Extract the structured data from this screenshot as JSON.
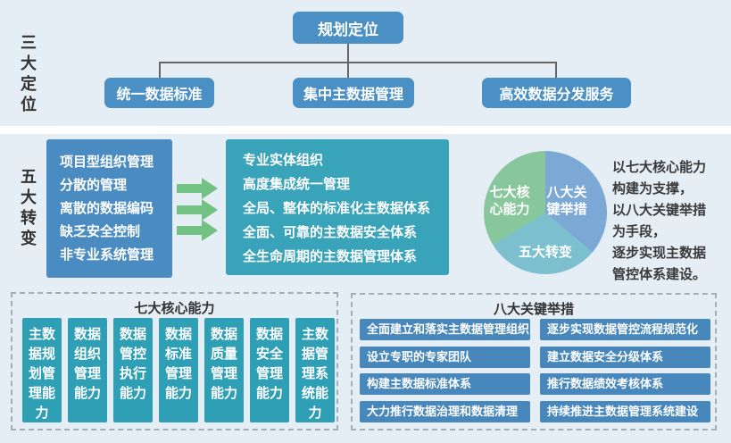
{
  "sections": {
    "positioning": {
      "side_label": "三大定位",
      "root_box": "规划定位",
      "children": [
        "统一数据标准",
        "集中主数据管理",
        "高效数据分发服务"
      ]
    },
    "transformation": {
      "side_label": "五大转变",
      "before_items": [
        "项目型组织管理",
        "分散的管理",
        "离散的数据编码",
        "缺乏安全控制",
        "非专业系统管理"
      ],
      "after_items": [
        "专业实体组织",
        "高度集成统一管理",
        "全局、整体的标准化主数据体系",
        "全面、可靠的主数据安全体系",
        "全生命周期的主数据管理体系"
      ],
      "pie_labels": {
        "green": "七大核心能力",
        "blue": "八大关键举措",
        "bottom": "五大转变"
      },
      "summary_lines": [
        "以七大核心能力",
        "构建为支撑，",
        "以八大关键举措",
        "为手段，",
        "逐步实现主数据",
        "管控体系建设。"
      ]
    },
    "capabilities": {
      "title": "七大核心能力",
      "items": [
        "主数据规划管理能力",
        "数据组织管理能力",
        "数据管控执行能力",
        "数据标准管理能力",
        "数据质量管理能力",
        "数据安全管理能力",
        "主数据管理系统能力"
      ]
    },
    "measures": {
      "title": "八大关键举措",
      "left_items": [
        "全面建立和落实主数据管理组织",
        "设立专职的专家团队",
        "构建主数据标准体系",
        "大力推行数据治理和数据清理"
      ],
      "right_items": [
        "逐步实现数据管控流程规范化",
        "建立数据安全分级体系",
        "推行数据绩效考核体系",
        "持续推进主数据管理系统建设"
      ]
    }
  },
  "colors": {
    "band_bg": "#e6eef5",
    "node_blue": "#4a90c5",
    "before_box_blue": "#4a8cc2",
    "after_box_teal": "#39a3ba",
    "capability_teal": "#2f9fb6",
    "measure_blue": "#4787bc",
    "arrow_green": "#72c383",
    "pie_green": "#88c79c",
    "pie_blue": "#7ba8d4",
    "pie_light_teal": "#7cc0cf",
    "dark_text": "#333333"
  },
  "chart_data": {
    "type": "pie",
    "labels": [
      "八大关键举措",
      "五大转变",
      "七大核心能力"
    ],
    "values": [
      130,
      108,
      122
    ],
    "value_unit": "degrees-estimated",
    "colors": [
      "#7ba8d4",
      "#7cc0cf",
      "#88c79c"
    ],
    "title": "",
    "legend_position": "none",
    "annotation": "labels drawn inside slices, white bold text"
  }
}
